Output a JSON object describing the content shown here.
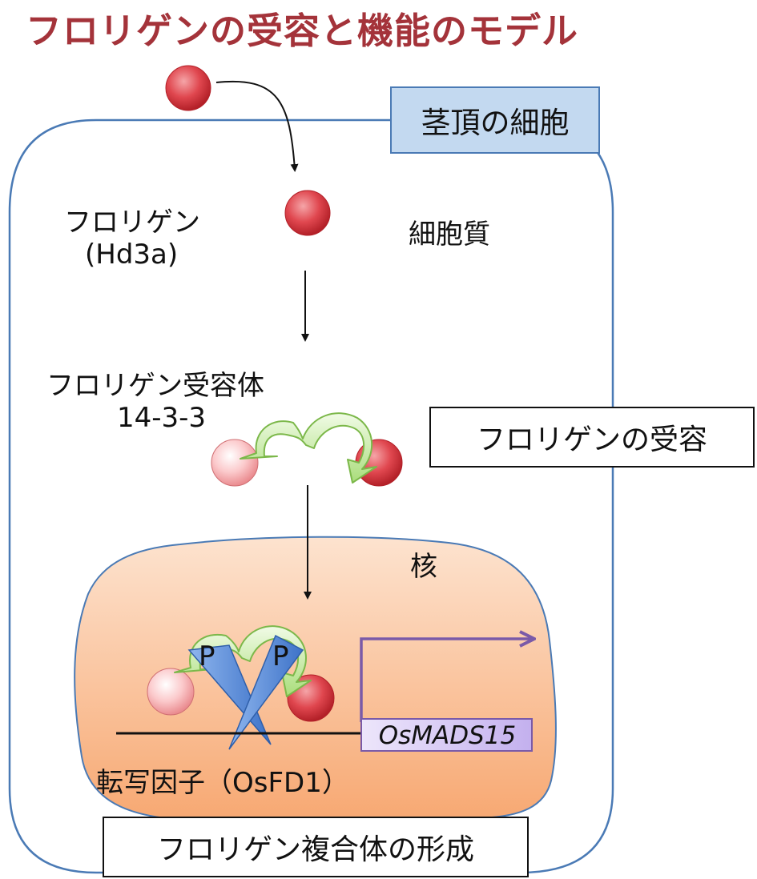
{
  "title": "フロリゲンの受容と機能のモデル",
  "labels": {
    "apex_cell": "茎頂の細胞",
    "florigen": "フロリゲン",
    "florigen_name": "(Hd3a)",
    "cytoplasm": "細胞質",
    "receptor": "フロリゲン受容体",
    "receptor_name": "14-3-3",
    "reception": "フロリゲンの受容",
    "nucleus": "核",
    "phospho_1": "P",
    "phospho_2": "P",
    "gene": "OsMADS15",
    "tf": "転写因子（OsFD1）",
    "complex": "フロリゲン複合体の形成"
  },
  "colors": {
    "title": "#a4333a",
    "cell_border": "#4a7ab5",
    "nucleus_fill": "#f9b98a",
    "florigen": "#d9323a",
    "receptor": "#9fdb6c",
    "osfd1": "#4f86d8",
    "gene_box": "#cdbcf0",
    "transcription_arrow": "#7a5aa8",
    "apex_box": "#c3d9f0"
  }
}
